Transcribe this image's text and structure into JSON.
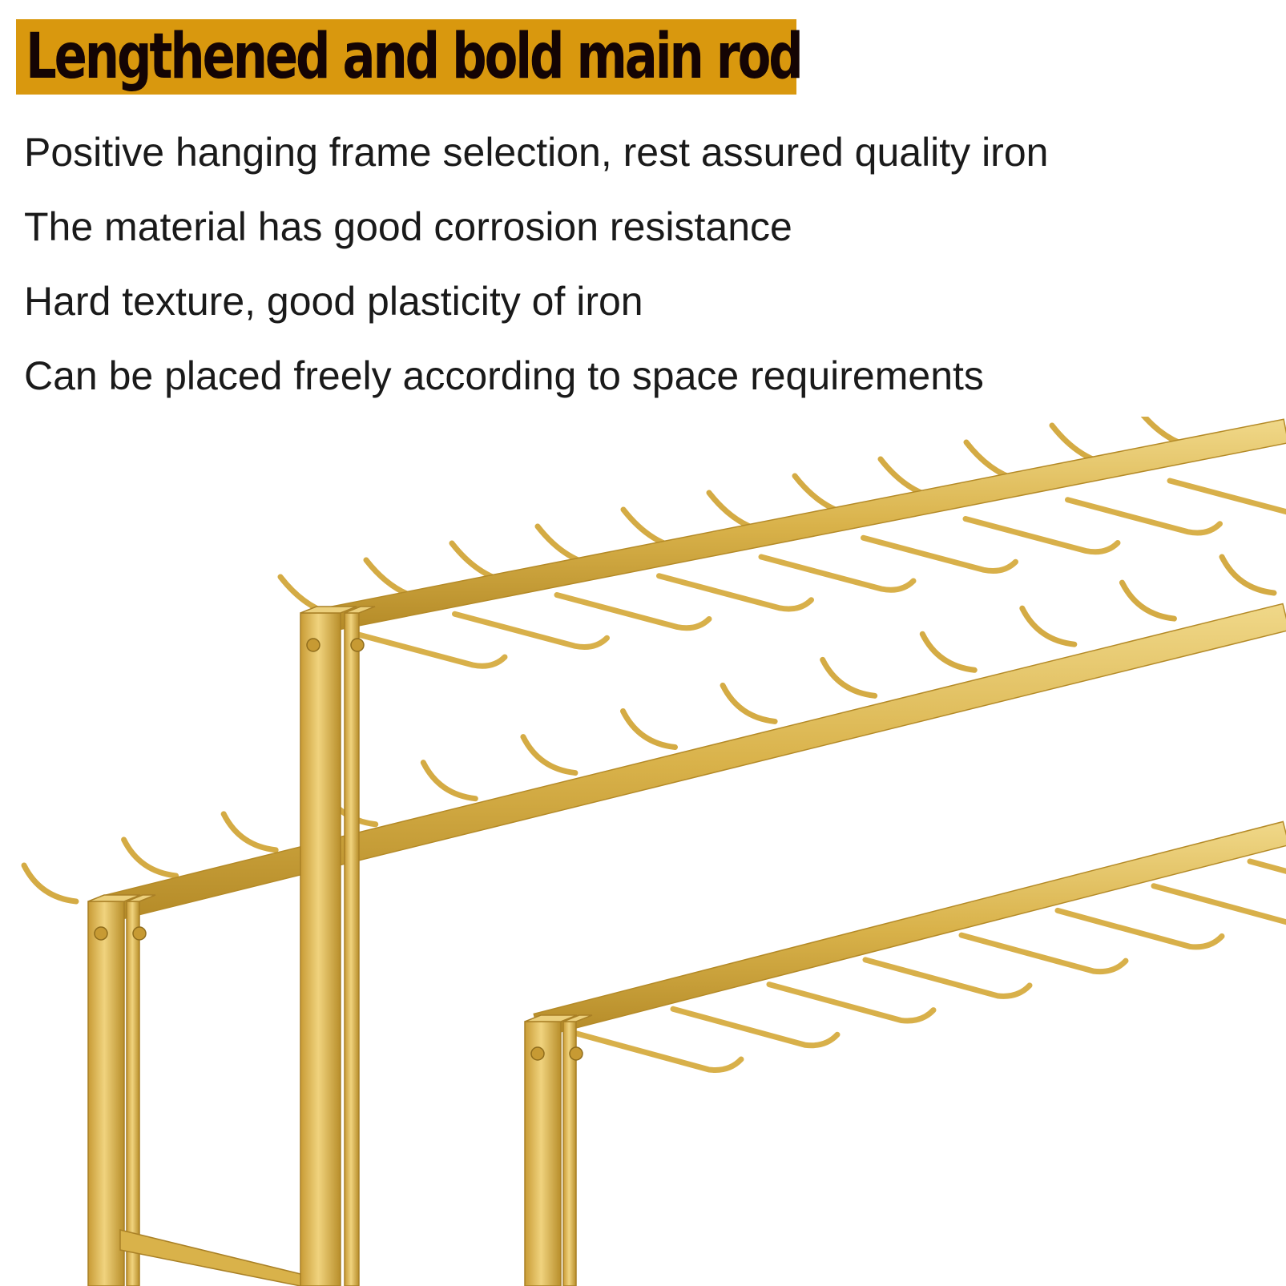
{
  "header": {
    "title": "Lengthened and bold main rod"
  },
  "features": [
    "Positive hanging frame selection, rest assured quality iron",
    "The material has good corrosion resistance",
    "Hard texture, good plasticity of iron",
    "Can be placed freely according to space requirements"
  ],
  "illustration": {
    "subject": "gold-rack-with-hooks-icon"
  },
  "colors": {
    "banner": "#d9980e",
    "banner_text": "#140404",
    "gold": "#d9b24a",
    "gold_dark": "#b88e2a",
    "gold_light": "#ecd07c"
  }
}
